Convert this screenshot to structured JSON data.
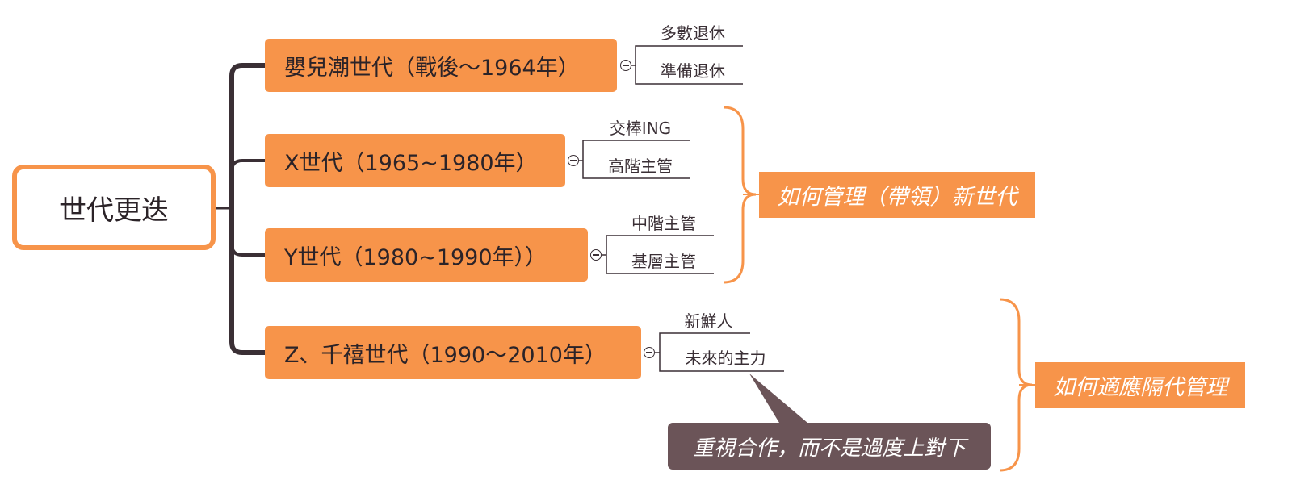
{
  "root": {
    "label": "世代更迭"
  },
  "generations": [
    {
      "label": "嬰兒潮世代（戰後～1964年）",
      "children": [
        "多數退休",
        "準備退休"
      ]
    },
    {
      "label": "X世代（1965~1980年）",
      "children": [
        "交棒ING",
        "高階主管"
      ]
    },
    {
      "label": "Y世代（1980~1990年））",
      "children": [
        "中階主管",
        "基層主管"
      ]
    },
    {
      "label": "Z、千禧世代（1990～2010年）",
      "children": [
        "新鮮人",
        "未來的主力"
      ]
    }
  ],
  "summaries": [
    {
      "label": "如何管理（帶領）新世代"
    },
    {
      "label": "如何適應隔代管理"
    }
  ],
  "callout": {
    "label": "重視合作，而不是過度上對下"
  },
  "colors": {
    "accent": "#f7944a",
    "line": "#3a2f35",
    "callout": "#6b5458"
  }
}
